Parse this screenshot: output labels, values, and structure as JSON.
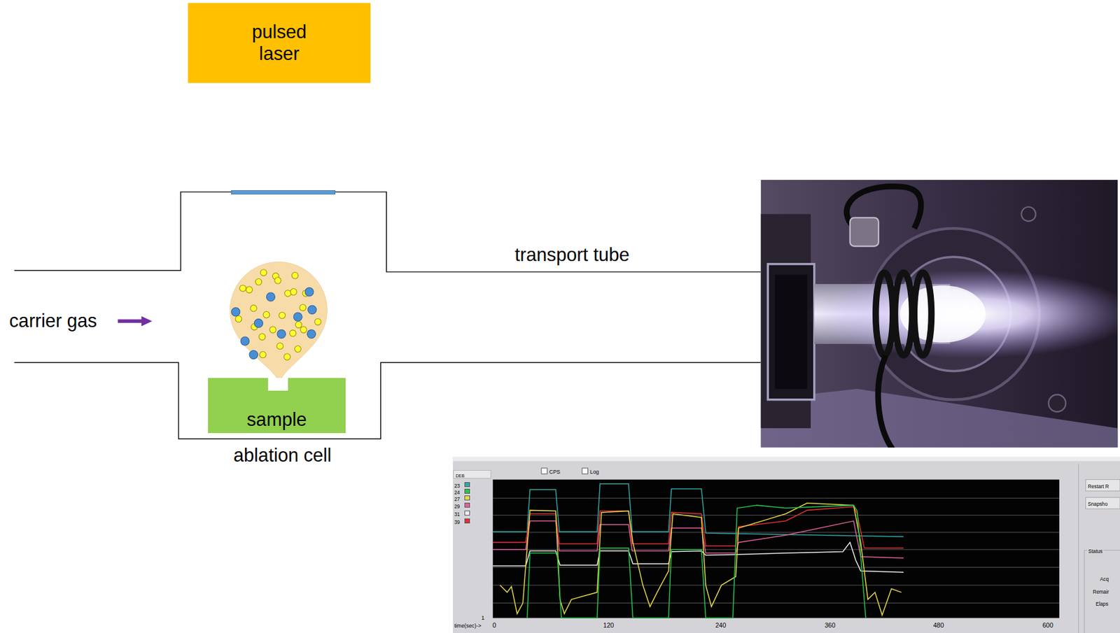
{
  "diagram": {
    "nodes": [
      {
        "text": [
          "pulsed laser"
        ]
      },
      {
        "text": [
          "ablation cell"
        ]
      },
      {
        "text": [
          "sample"
        ],
        "in": 1
      }
    ],
    "labels": [
      "carrier gas",
      "transport tube",
      "DEB",
      "CPS",
      "Log",
      "1",
      "time(sec)->",
      "0",
      "120",
      "240",
      "360",
      "480",
      "600",
      "Restart R",
      "Snapsho",
      "Status",
      "Acq",
      "Remair",
      "Elaps"
    ],
    "legend": [
      {
        "text": "23",
        "color": "#2FA8A8"
      },
      {
        "text": "24",
        "color": "#22C84A"
      },
      {
        "text": "27",
        "color": "#E8D848"
      },
      {
        "text": "29",
        "color": "#E0609A"
      },
      {
        "text": "31",
        "color": "#F0F0F0"
      },
      {
        "text": "39",
        "color": "#E03030"
      }
    ]
  }
}
